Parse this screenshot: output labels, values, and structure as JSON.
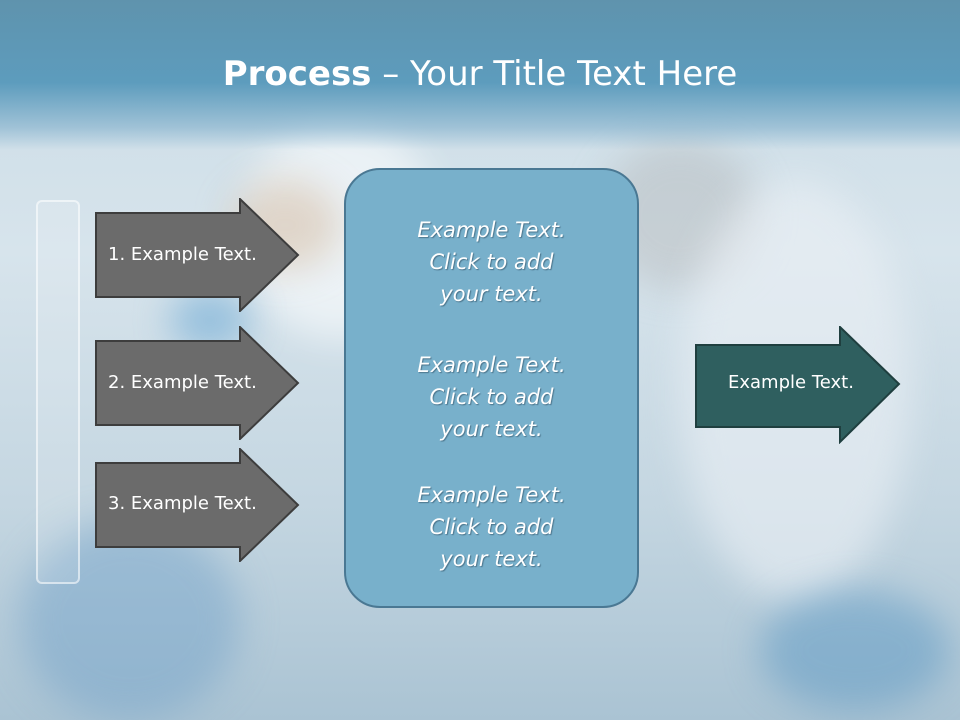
{
  "slide": {
    "title_bold": "Process",
    "title_rest": " – Your Title Text Here"
  },
  "left_steps": [
    {
      "label": "1. Example Text."
    },
    {
      "label": "2. Example Text."
    },
    {
      "label": "3. Example Text."
    }
  ],
  "center_box": {
    "blocks": [
      {
        "line1": "Example Text.",
        "line2": "Click  to add",
        "line3": "your text."
      },
      {
        "line1": "Example Text.",
        "line2": "Click  to add",
        "line3": "your text."
      },
      {
        "line1": "Example Text.",
        "line2": "Click  to add",
        "line3": "your text."
      }
    ]
  },
  "output_arrow": {
    "label": "Example Text."
  },
  "colors": {
    "header": "#5d9cbd",
    "step_arrow_fill": "#6b6b6b",
    "center_box_fill": "#78b0cb",
    "output_arrow_fill": "#2f5f5f"
  }
}
